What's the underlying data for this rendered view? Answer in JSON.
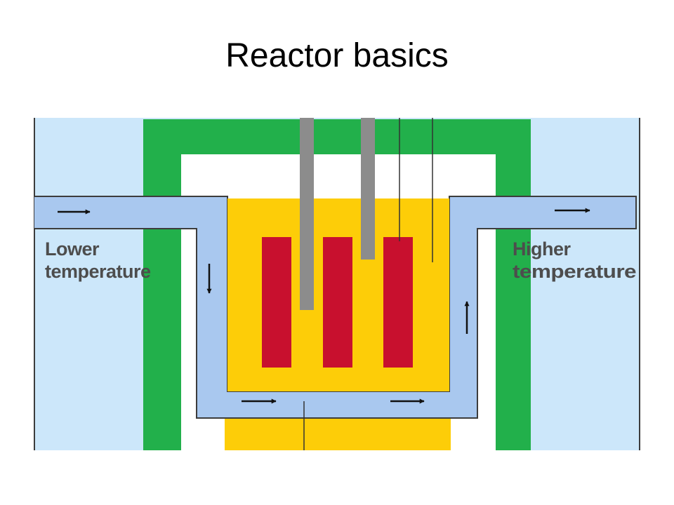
{
  "slide": {
    "title": "Reactor basics"
  },
  "diagram": {
    "inlet_label": {
      "line1": "Lower",
      "line2": "temperature"
    },
    "outlet_label": {
      "line1": "Higher",
      "line2": "temperature"
    },
    "colors": {
      "background_panel": "#cce7fa",
      "containment": "#22b04b",
      "coolant_pipe": "#a9c8ef",
      "pipe_outline": "#3c3c3c",
      "moderator": "#fdcd08",
      "fuel_rods": "#c8102e",
      "control_rods": "#8c8c8c",
      "label_text": "#4d4d4d"
    }
  }
}
